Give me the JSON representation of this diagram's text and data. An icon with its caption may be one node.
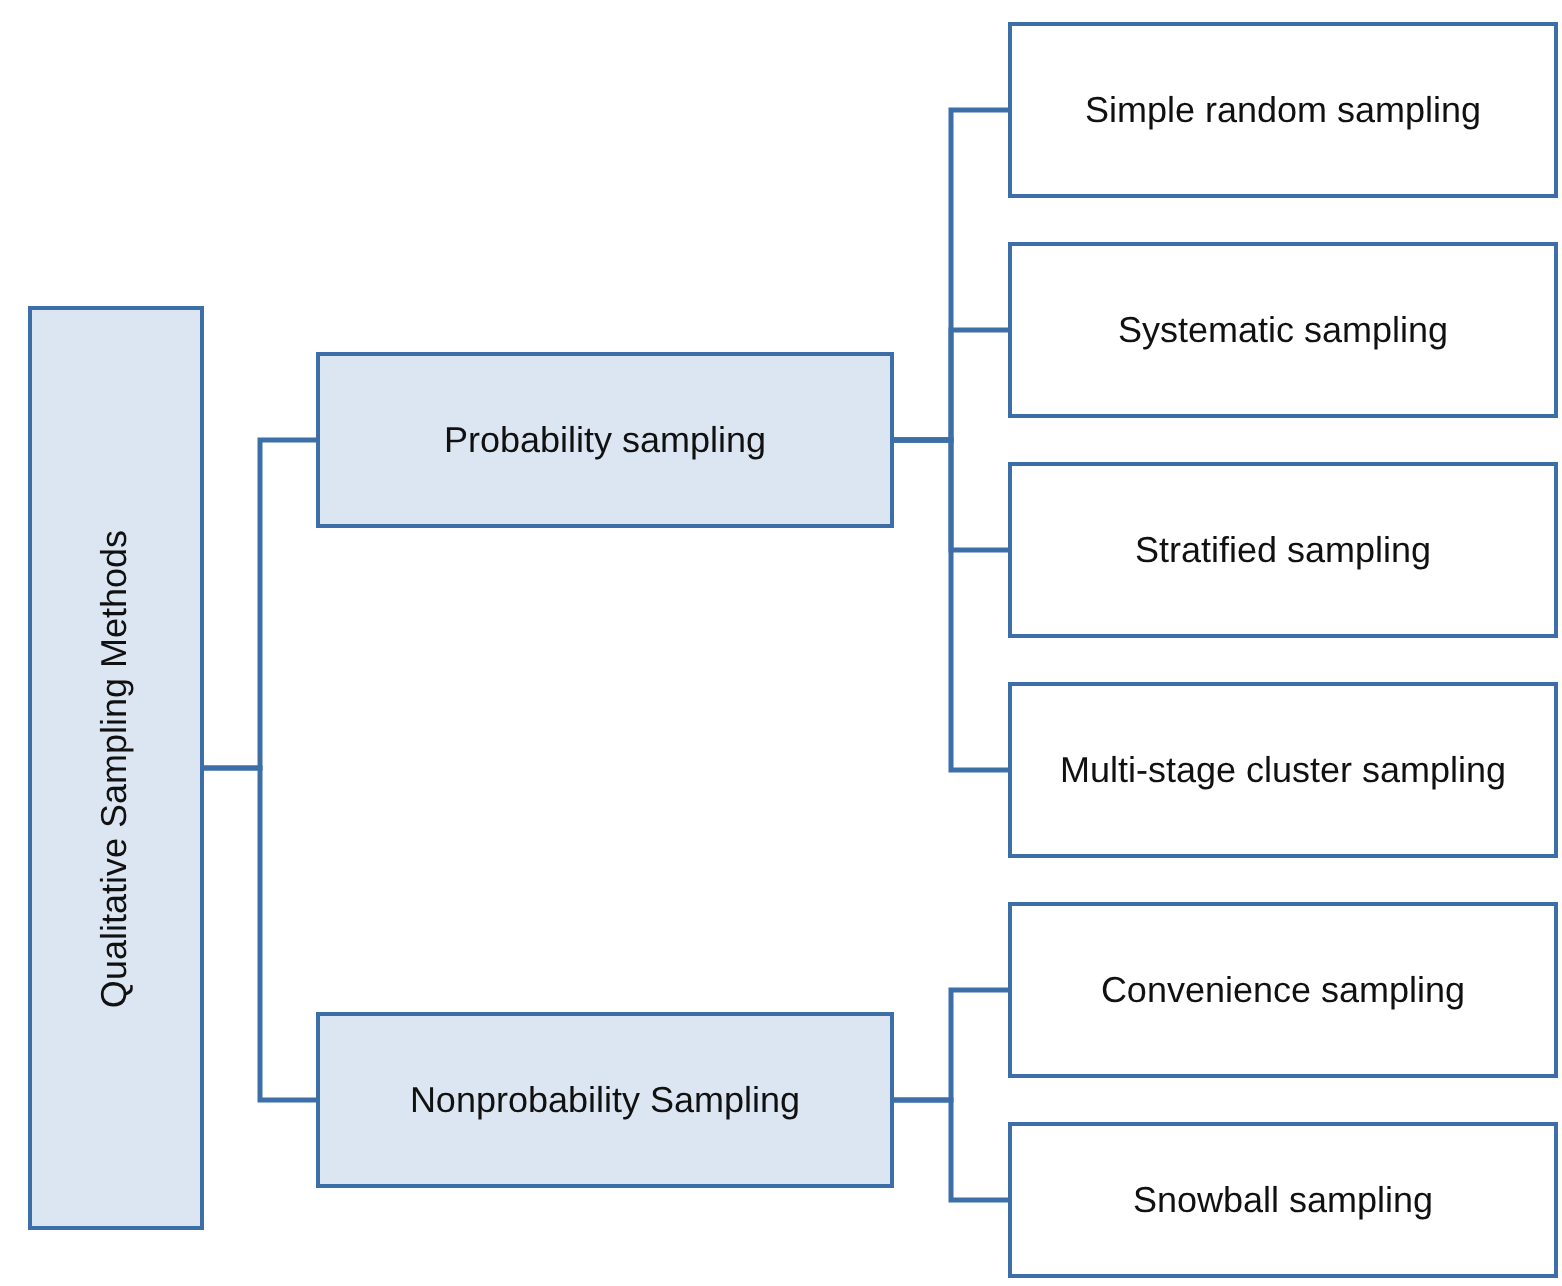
{
  "diagram": {
    "nodes": [
      {
        "text": [
          "Qualitative Sampling Methods"
        ]
      },
      {
        "text": [
          "Probability sampling"
        ]
      },
      {
        "text": [
          "Nonprobability Sampling"
        ]
      },
      {
        "text": [
          "Simple random sampling"
        ]
      },
      {
        "text": [
          "Systematic sampling"
        ]
      },
      {
        "text": [
          "Stratified sampling"
        ]
      },
      {
        "text": [
          "Multi-stage cluster sampling"
        ]
      },
      {
        "text": [
          "Convenience sampling"
        ]
      },
      {
        "text": [
          "Snowball sampling"
        ]
      }
    ],
    "edges": [
      {
        "from": 0,
        "to": 1,
        "arrow": "none"
      },
      {
        "from": 0,
        "to": 2,
        "arrow": "none"
      },
      {
        "from": 1,
        "to": 3,
        "arrow": "none"
      },
      {
        "from": 1,
        "to": 4,
        "arrow": "none"
      },
      {
        "from": 1,
        "to": 5,
        "arrow": "none"
      },
      {
        "from": 1,
        "to": 6,
        "arrow": "none"
      },
      {
        "from": 2,
        "to": 7,
        "arrow": "none"
      },
      {
        "from": 2,
        "to": 8,
        "arrow": "none"
      }
    ]
  }
}
